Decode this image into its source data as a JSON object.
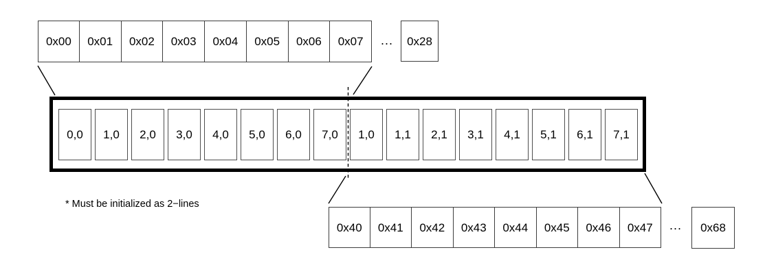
{
  "diagram": {
    "line1_addresses": {
      "cells": [
        "0x00",
        "0x01",
        "0x02",
        "0x03",
        "0x04",
        "0x05",
        "0x06",
        "0x07"
      ],
      "ellipsis": "...",
      "last_address": "0x28"
    },
    "buffer_cells": [
      "0,0",
      "1,0",
      "2,0",
      "3,0",
      "4,0",
      "5,0",
      "6,0",
      "7,0",
      "1,0",
      "1,1",
      "2,1",
      "3,1",
      "4,1",
      "5,1",
      "6,1",
      "7,1"
    ],
    "line2_addresses": {
      "cells": [
        "0x40",
        "0x41",
        "0x42",
        "0x43",
        "0x44",
        "0x45",
        "0x46",
        "0x47"
      ],
      "ellipsis": "...",
      "last_address": "0x68"
    },
    "footnote": "* Must be initialized as 2−lines",
    "colors": {
      "background": "#ffffff",
      "text": "#000000",
      "thick_border": "#000000",
      "cell_border": "#4d4d4d",
      "connector_line": "#000000"
    }
  }
}
